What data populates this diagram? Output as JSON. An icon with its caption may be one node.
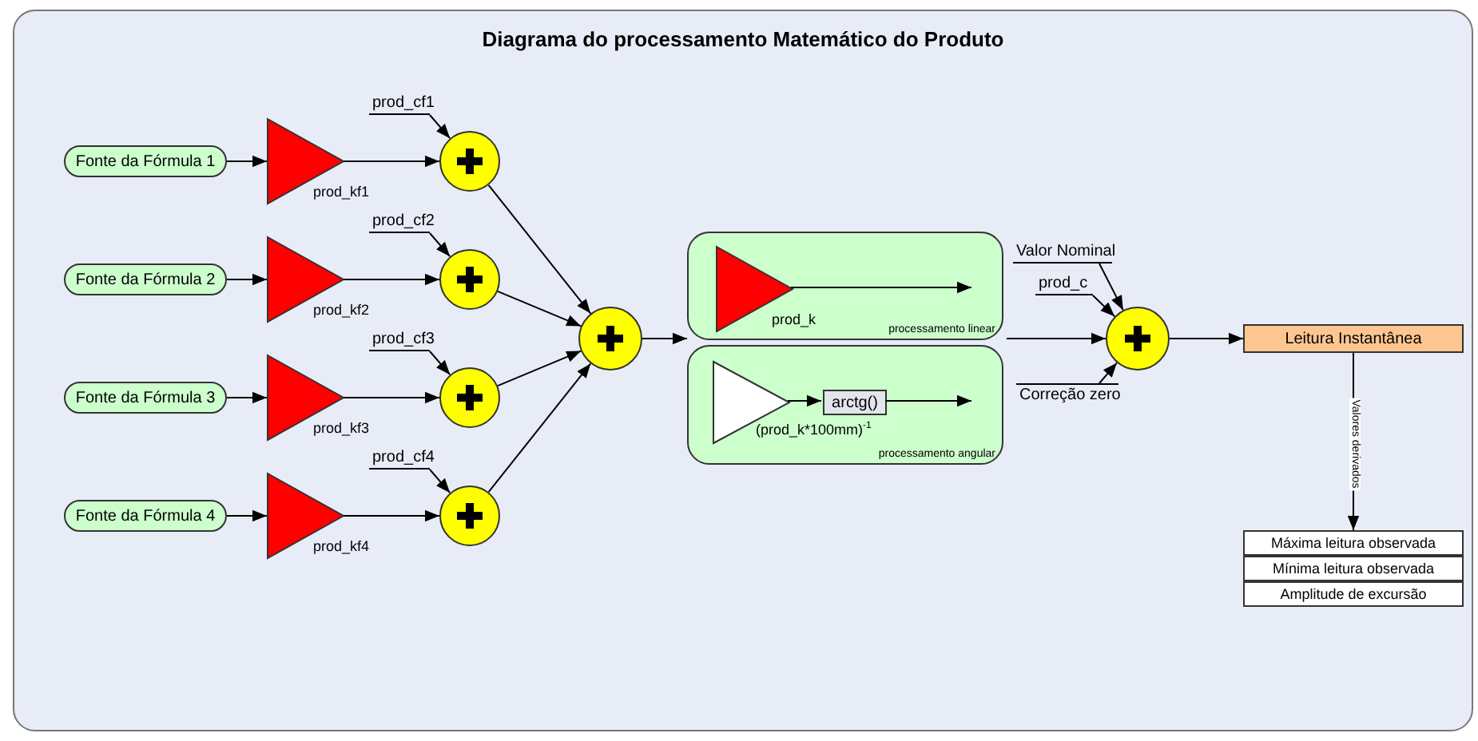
{
  "diagram": {
    "title": "Diagrama do processamento Matemático do Produto",
    "nodes": [
      {
        "text": [
          "Fonte da Fórmula 1"
        ]
      },
      {
        "text": [
          "Fonte da Fórmula 2"
        ]
      },
      {
        "text": [
          "Fonte da Fórmula 3"
        ]
      },
      {
        "text": [
          "Fonte da Fórmula 4"
        ]
      },
      {
        "text": [],
        "shape": "triangle",
        "beside": [
          "prod_kf1"
        ]
      },
      {
        "text": [],
        "shape": "triangle",
        "beside": [
          "prod_kf2"
        ]
      },
      {
        "text": [],
        "shape": "triangle",
        "beside": [
          "prod_kf3"
        ]
      },
      {
        "text": [],
        "shape": "triangle",
        "beside": [
          "prod_kf4"
        ]
      },
      {
        "text": [
          "prod_cf1"
        ]
      },
      {
        "text": [
          "prod_cf2"
        ]
      },
      {
        "text": [
          "prod_cf3"
        ]
      },
      {
        "text": [
          "prod_cf4"
        ]
      },
      {
        "text": [],
        "shape": "circle"
      },
      {
        "text": [],
        "shape": "circle"
      },
      {
        "text": [],
        "shape": "circle"
      },
      {
        "text": [],
        "shape": "circle"
      },
      {
        "text": [],
        "shape": "circle"
      },
      {
        "text": [
          "processamento linear"
        ]
      },
      {
        "text": [],
        "shape": "triangle",
        "beside": [
          "prod_k"
        ],
        "in": 17
      },
      {
        "text": [
          "processamento angular"
        ]
      },
      {
        "text": [],
        "shape": "triangle",
        "beside": [
          "(prod_k*100mm)$^{-1}$"
        ],
        "in": 19
      },
      {
        "text": [
          "arctg()"
        ],
        "in": 19
      },
      {
        "text": [
          "Valor Nominal"
        ]
      },
      {
        "text": [
          "prod_c"
        ]
      },
      {
        "text": [
          "Correção zero"
        ]
      },
      {
        "text": [],
        "shape": "circle"
      },
      {
        "text": [
          "Leitura Instantânea"
        ]
      },
      {
        "text": [
          "Máxima leitura observada"
        ]
      },
      {
        "text": [
          "Mínima leitura observada"
        ]
      },
      {
        "text": [
          "Amplitude de excursão"
        ]
      }
    ],
    "edges": [
      {
        "from": 0,
        "to": 4,
        "arrow": "to"
      },
      {
        "from": 1,
        "to": 5,
        "arrow": "to"
      },
      {
        "from": 2,
        "to": 6,
        "arrow": "to"
      },
      {
        "from": 3,
        "to": 7,
        "arrow": "to"
      },
      {
        "from": 4,
        "to": 12,
        "arrow": "to"
      },
      {
        "from": 5,
        "to": 13,
        "arrow": "to"
      },
      {
        "from": 6,
        "to": 14,
        "arrow": "to"
      },
      {
        "from": 7,
        "to": 15,
        "arrow": "to"
      },
      {
        "from": 8,
        "to": 12,
        "arrow": "to"
      },
      {
        "from": 9,
        "to": 13,
        "arrow": "to"
      },
      {
        "from": 10,
        "to": 14,
        "arrow": "to"
      },
      {
        "from": 11,
        "to": 15,
        "arrow": "to"
      },
      {
        "from": 12,
        "to": 16,
        "arrow": "to"
      },
      {
        "from": 13,
        "to": 16,
        "arrow": "to"
      },
      {
        "from": 14,
        "to": 16,
        "arrow": "to"
      },
      {
        "from": 15,
        "to": 16,
        "arrow": "to"
      },
      {
        "from": 16,
        "to": 17,
        "arrow": "to"
      },
      {
        "from": 18,
        "to": null,
        "arrow": "to"
      },
      {
        "from": 20,
        "to": 21,
        "arrow": "to"
      },
      {
        "from": 21,
        "to": null,
        "arrow": "to"
      },
      {
        "from": 17,
        "to": 25,
        "arrow": "to"
      },
      {
        "from": 22,
        "to": 25,
        "arrow": "to"
      },
      {
        "from": 23,
        "to": 25,
        "arrow": "to"
      },
      {
        "from": 24,
        "to": 25,
        "arrow": "to"
      },
      {
        "from": 25,
        "to": 26,
        "arrow": "to"
      },
      {
        "from": 26,
        "to": 27,
        "arrow": "to",
        "label": "Valores derivados"
      }
    ]
  }
}
